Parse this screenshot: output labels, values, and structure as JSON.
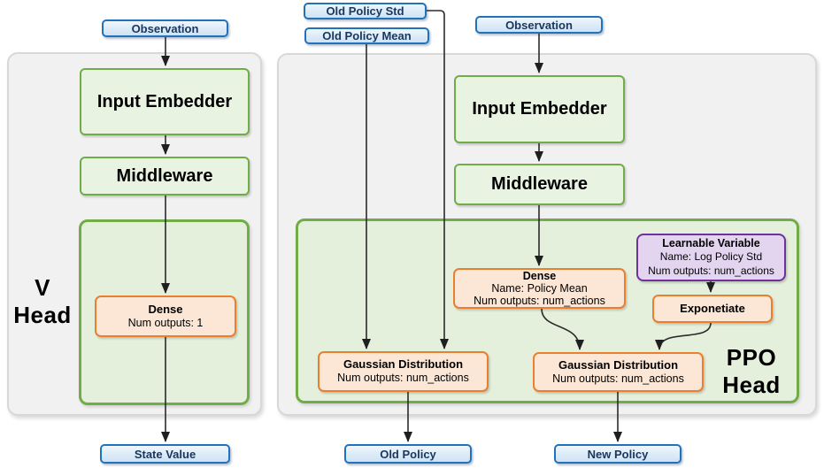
{
  "colors": {
    "blue_border": "#2272b9",
    "blue_fill": "#dcebf8",
    "blue_text": "#17375e",
    "green_border": "#70ad47",
    "green_fill": "#e4f0dc",
    "orange_border": "#e8802f",
    "orange_fill": "#fce7d7",
    "purple_border": "#7030a0",
    "purple_fill": "#e3d5f0",
    "panel_fill": "#f1f1f2",
    "arrow": "#2b2b2b"
  },
  "v_head": {
    "panel_label": {
      "line1": "V",
      "line2": "Head"
    },
    "observation": "Observation",
    "input_embedder": "Input Embedder",
    "middleware": "Middleware",
    "dense": {
      "title": "Dense",
      "outputs": "Num outputs: 1"
    },
    "state_value": "State Value"
  },
  "ppo_head": {
    "panel_label": {
      "line1": "PPO",
      "line2": "Head"
    },
    "old_policy_std": "Old Policy Std",
    "old_policy_mean": "Old Policy Mean",
    "observation": "Observation",
    "input_embedder": "Input Embedder",
    "middleware": "Middleware",
    "dense": {
      "title": "Dense",
      "name": "Name: Policy Mean",
      "outputs": "Num outputs: num_actions"
    },
    "learnable_variable": {
      "title": "Learnable Variable",
      "name": "Name: Log Policy Std",
      "outputs": "Num outputs: num_actions"
    },
    "exponetiate": "Exponetiate",
    "gaussian_distribution_old": {
      "title": "Gaussian Distribution",
      "outputs": "Num outputs: num_actions"
    },
    "gaussian_distribution_new": {
      "title": "Gaussian Distribution",
      "outputs": "Num outputs: num_actions"
    },
    "old_policy": "Old Policy",
    "new_policy": "New Policy"
  }
}
